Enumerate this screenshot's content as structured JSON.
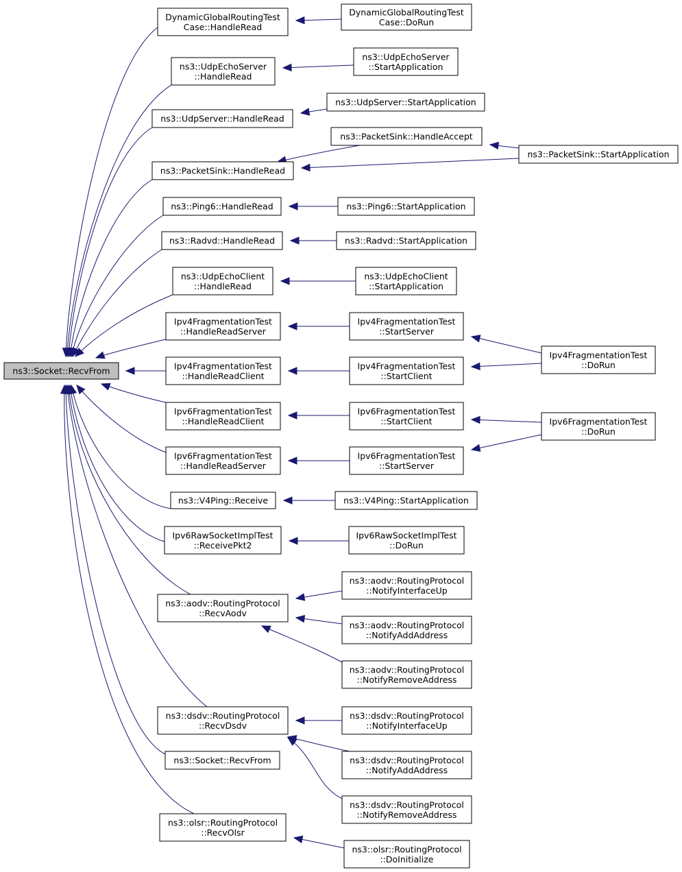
{
  "colors": {
    "edge": "#191970",
    "root_fill": "#bfbfbf",
    "node_fill": "#ffffff",
    "node_border": "#000000"
  },
  "nodes": [
    {
      "id": "root",
      "lines": [
        "ns3::Socket::RecvFrom"
      ]
    },
    {
      "id": "dgrt_handleread",
      "lines": [
        "DynamicGlobalRoutingTest",
        "Case::HandleRead"
      ]
    },
    {
      "id": "dgrt_dorun",
      "lines": [
        "DynamicGlobalRoutingTest",
        "Case::DoRun"
      ]
    },
    {
      "id": "ues_handleread",
      "lines": [
        "ns3::UdpEchoServer",
        "::HandleRead"
      ]
    },
    {
      "id": "ues_start",
      "lines": [
        "ns3::UdpEchoServer",
        "::StartApplication"
      ]
    },
    {
      "id": "us_handleread",
      "lines": [
        "ns3::UdpServer::HandleRead"
      ]
    },
    {
      "id": "us_start",
      "lines": [
        "ns3::UdpServer::StartApplication"
      ]
    },
    {
      "id": "ps_handleaccept",
      "lines": [
        "ns3::PacketSink::HandleAccept"
      ]
    },
    {
      "id": "ps_handleread",
      "lines": [
        "ns3::PacketSink::HandleRead"
      ]
    },
    {
      "id": "ps_start",
      "lines": [
        "ns3::PacketSink::StartApplication"
      ]
    },
    {
      "id": "ping6_handleread",
      "lines": [
        "ns3::Ping6::HandleRead"
      ]
    },
    {
      "id": "ping6_start",
      "lines": [
        "ns3::Ping6::StartApplication"
      ]
    },
    {
      "id": "radvd_handleread",
      "lines": [
        "ns3::Radvd::HandleRead"
      ]
    },
    {
      "id": "radvd_start",
      "lines": [
        "ns3::Radvd::StartApplication"
      ]
    },
    {
      "id": "uec_handleread",
      "lines": [
        "ns3::UdpEchoClient",
        "::HandleRead"
      ]
    },
    {
      "id": "uec_start",
      "lines": [
        "ns3::UdpEchoClient",
        "::StartApplication"
      ]
    },
    {
      "id": "v4f_hrs",
      "lines": [
        "Ipv4FragmentationTest",
        "::HandleReadServer"
      ]
    },
    {
      "id": "v4f_startserver",
      "lines": [
        "Ipv4FragmentationTest",
        "::StartServer"
      ]
    },
    {
      "id": "v4f_dorun",
      "lines": [
        "Ipv4FragmentationTest",
        "::DoRun"
      ]
    },
    {
      "id": "v4f_hrc",
      "lines": [
        "Ipv4FragmentationTest",
        "::HandleReadClient"
      ]
    },
    {
      "id": "v4f_startclient",
      "lines": [
        "Ipv4FragmentationTest",
        "::StartClient"
      ]
    },
    {
      "id": "v6f_hrc",
      "lines": [
        "Ipv6FragmentationTest",
        "::HandleReadClient"
      ]
    },
    {
      "id": "v6f_startclient",
      "lines": [
        "Ipv6FragmentationTest",
        "::StartClient"
      ]
    },
    {
      "id": "v6f_dorun",
      "lines": [
        "Ipv6FragmentationTest",
        "::DoRun"
      ]
    },
    {
      "id": "v6f_hrs",
      "lines": [
        "Ipv6FragmentationTest",
        "::HandleReadServer"
      ]
    },
    {
      "id": "v6f_startserver",
      "lines": [
        "Ipv6FragmentationTest",
        "::StartServer"
      ]
    },
    {
      "id": "v4ping_receive",
      "lines": [
        "ns3::V4Ping::Receive"
      ]
    },
    {
      "id": "v4ping_start",
      "lines": [
        "ns3::V4Ping::StartApplication"
      ]
    },
    {
      "id": "v6raw_receivepkt2",
      "lines": [
        "Ipv6RawSocketImplTest",
        "::ReceivePkt2"
      ]
    },
    {
      "id": "v6raw_dorun",
      "lines": [
        "Ipv6RawSocketImplTest",
        "::DoRun"
      ]
    },
    {
      "id": "aodv_recvaodv",
      "lines": [
        "ns3::aodv::RoutingProtocol",
        "::RecvAodv"
      ]
    },
    {
      "id": "aodv_ifup",
      "lines": [
        "ns3::aodv::RoutingProtocol",
        "::NotifyInterfaceUp"
      ]
    },
    {
      "id": "aodv_addaddr",
      "lines": [
        "ns3::aodv::RoutingProtocol",
        "::NotifyAddAddress"
      ]
    },
    {
      "id": "aodv_removeaddr",
      "lines": [
        "ns3::aodv::RoutingProtocol",
        "::NotifyRemoveAddress"
      ]
    },
    {
      "id": "dsdv_recvdsdv",
      "lines": [
        "ns3::dsdv::RoutingProtocol",
        "::RecvDsdv"
      ]
    },
    {
      "id": "dsdv_ifup",
      "lines": [
        "ns3::dsdv::RoutingProtocol",
        "::NotifyInterfaceUp"
      ]
    },
    {
      "id": "dsdv_addaddr",
      "lines": [
        "ns3::dsdv::RoutingProtocol",
        "::NotifyAddAddress"
      ]
    },
    {
      "id": "dsdv_removeaddr",
      "lines": [
        "ns3::dsdv::RoutingProtocol",
        "::NotifyRemoveAddress"
      ]
    },
    {
      "id": "socket_recvfrom2",
      "lines": [
        "ns3::Socket::RecvFrom"
      ]
    },
    {
      "id": "olsr_recvolsr",
      "lines": [
        "ns3::olsr::RoutingProtocol",
        "::RecvOlsr"
      ]
    },
    {
      "id": "olsr_doinit",
      "lines": [
        "ns3::olsr::RoutingProtocol",
        "::DoInitialize"
      ]
    }
  ],
  "edges": [
    [
      "dgrt_handleread",
      "root"
    ],
    [
      "ues_handleread",
      "root"
    ],
    [
      "us_handleread",
      "root"
    ],
    [
      "ps_handleread",
      "root"
    ],
    [
      "ping6_handleread",
      "root"
    ],
    [
      "radvd_handleread",
      "root"
    ],
    [
      "uec_handleread",
      "root"
    ],
    [
      "v4f_hrs",
      "root"
    ],
    [
      "v4f_hrc",
      "root"
    ],
    [
      "v6f_hrc",
      "root"
    ],
    [
      "v6f_hrs",
      "root"
    ],
    [
      "v4ping_receive",
      "root"
    ],
    [
      "v6raw_receivepkt2",
      "root"
    ],
    [
      "aodv_recvaodv",
      "root"
    ],
    [
      "dsdv_recvdsdv",
      "root"
    ],
    [
      "socket_recvfrom2",
      "root"
    ],
    [
      "olsr_recvolsr",
      "root"
    ],
    [
      "dgrt_dorun",
      "dgrt_handleread"
    ],
    [
      "ues_start",
      "ues_handleread"
    ],
    [
      "us_start",
      "us_handleread"
    ],
    [
      "ps_handleaccept",
      "ps_handleread"
    ],
    [
      "ps_start",
      "ps_handleread"
    ],
    [
      "ps_start",
      "ps_handleaccept"
    ],
    [
      "ping6_start",
      "ping6_handleread"
    ],
    [
      "radvd_start",
      "radvd_handleread"
    ],
    [
      "uec_start",
      "uec_handleread"
    ],
    [
      "v4f_startserver",
      "v4f_hrs"
    ],
    [
      "v4f_dorun",
      "v4f_startserver"
    ],
    [
      "v4f_startclient",
      "v4f_hrc"
    ],
    [
      "v4f_dorun",
      "v4f_startclient"
    ],
    [
      "v6f_startclient",
      "v6f_hrc"
    ],
    [
      "v6f_dorun",
      "v6f_startclient"
    ],
    [
      "v6f_startserver",
      "v6f_hrs"
    ],
    [
      "v6f_dorun",
      "v6f_startserver"
    ],
    [
      "v4ping_start",
      "v4ping_receive"
    ],
    [
      "v6raw_dorun",
      "v6raw_receivepkt2"
    ],
    [
      "aodv_ifup",
      "aodv_recvaodv"
    ],
    [
      "aodv_addaddr",
      "aodv_recvaodv"
    ],
    [
      "aodv_removeaddr",
      "aodv_recvaodv"
    ],
    [
      "dsdv_ifup",
      "dsdv_recvdsdv"
    ],
    [
      "dsdv_addaddr",
      "dsdv_recvdsdv"
    ],
    [
      "dsdv_removeaddr",
      "dsdv_recvdsdv"
    ],
    [
      "olsr_doinit",
      "olsr_recvolsr"
    ]
  ]
}
